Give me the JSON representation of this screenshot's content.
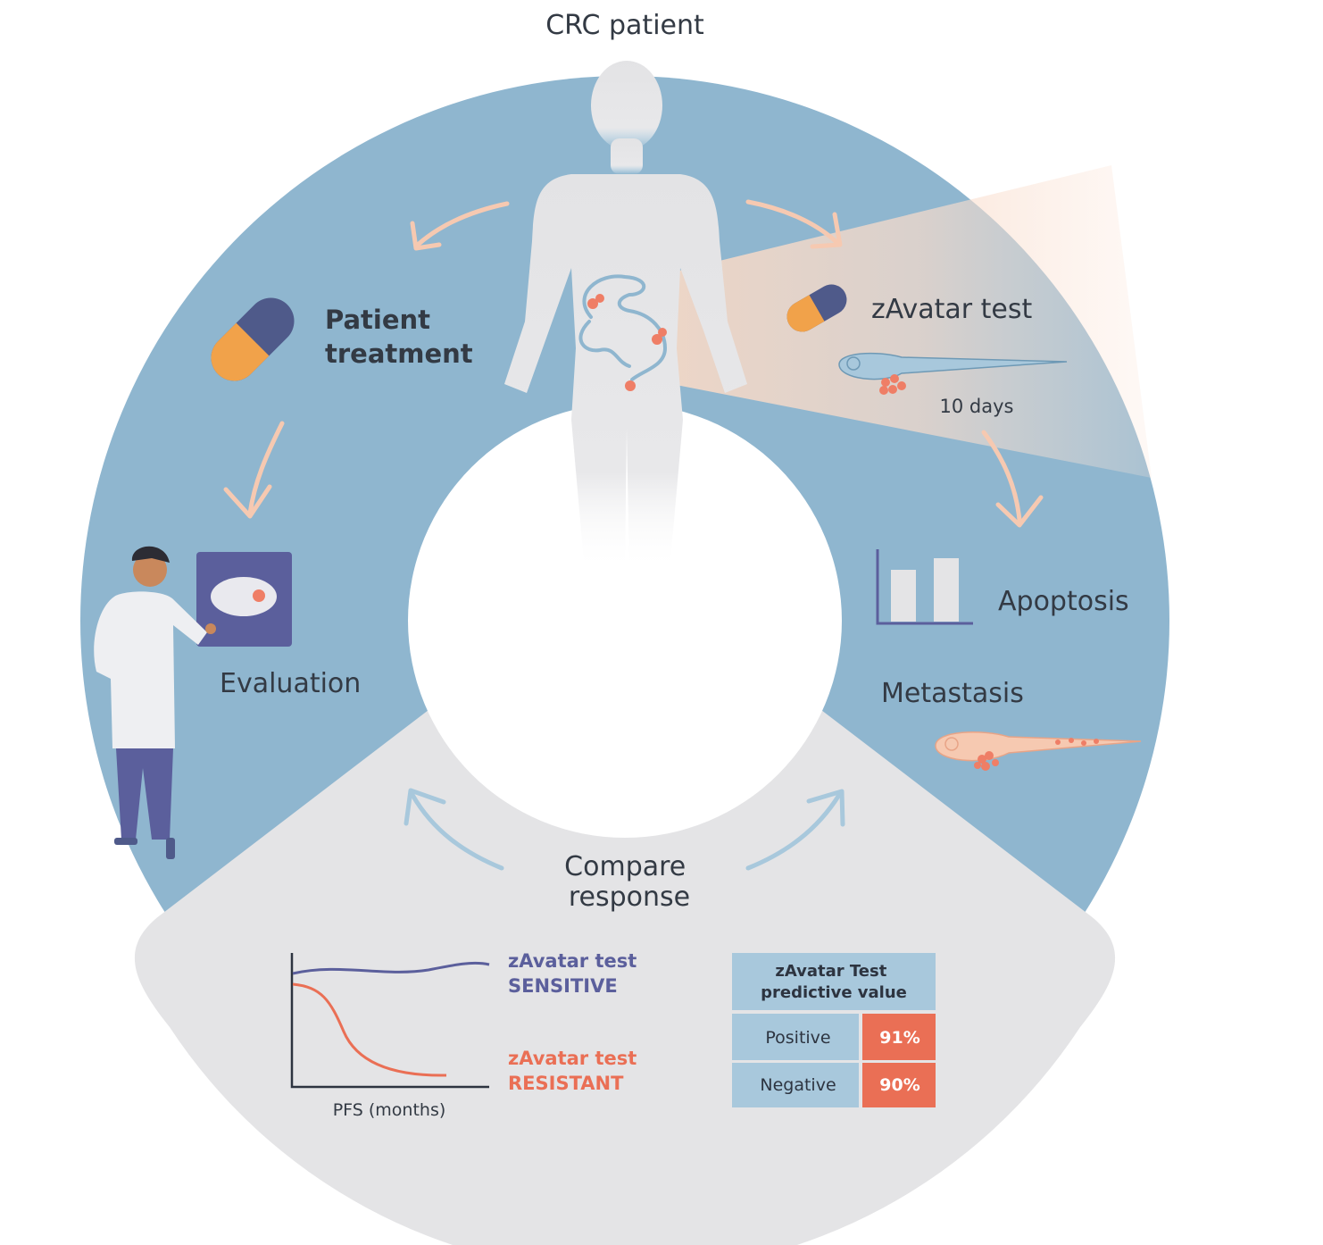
{
  "title": "CRC patient",
  "labels": {
    "patient_treatment": [
      "Patient",
      "treatment"
    ],
    "zavatar_test": "zAvatar test",
    "duration": "10 days",
    "apoptosis": "Apoptosis",
    "metastasis": "Metastasis",
    "evaluation": "Evaluation",
    "compare_response": [
      "Compare",
      "response"
    ]
  },
  "pfs_plot": {
    "xlabel": "PFS (months)",
    "sensitive": [
      "zAvatar test",
      "SENSITIVE"
    ],
    "resistant": [
      "zAvatar test",
      "RESISTANT"
    ]
  },
  "predictive_table": {
    "header": [
      "zAvatar Test",
      "predictive value"
    ],
    "rows": [
      {
        "label": "Positive",
        "value": "91%"
      },
      {
        "label": "Negative",
        "value": "90%"
      }
    ]
  },
  "colors": {
    "ring_blue": "#8fb6cf",
    "compare_gray": "#e4e4e6",
    "arrow_peach": "#f6c9b1",
    "arrow_blue": "#a8c8dc",
    "capsule_orange": "#f1a24a",
    "capsule_navy": "#4f5a8a",
    "accent_red": "#ea6f55",
    "sensitive_purple": "#5b5f9c"
  }
}
